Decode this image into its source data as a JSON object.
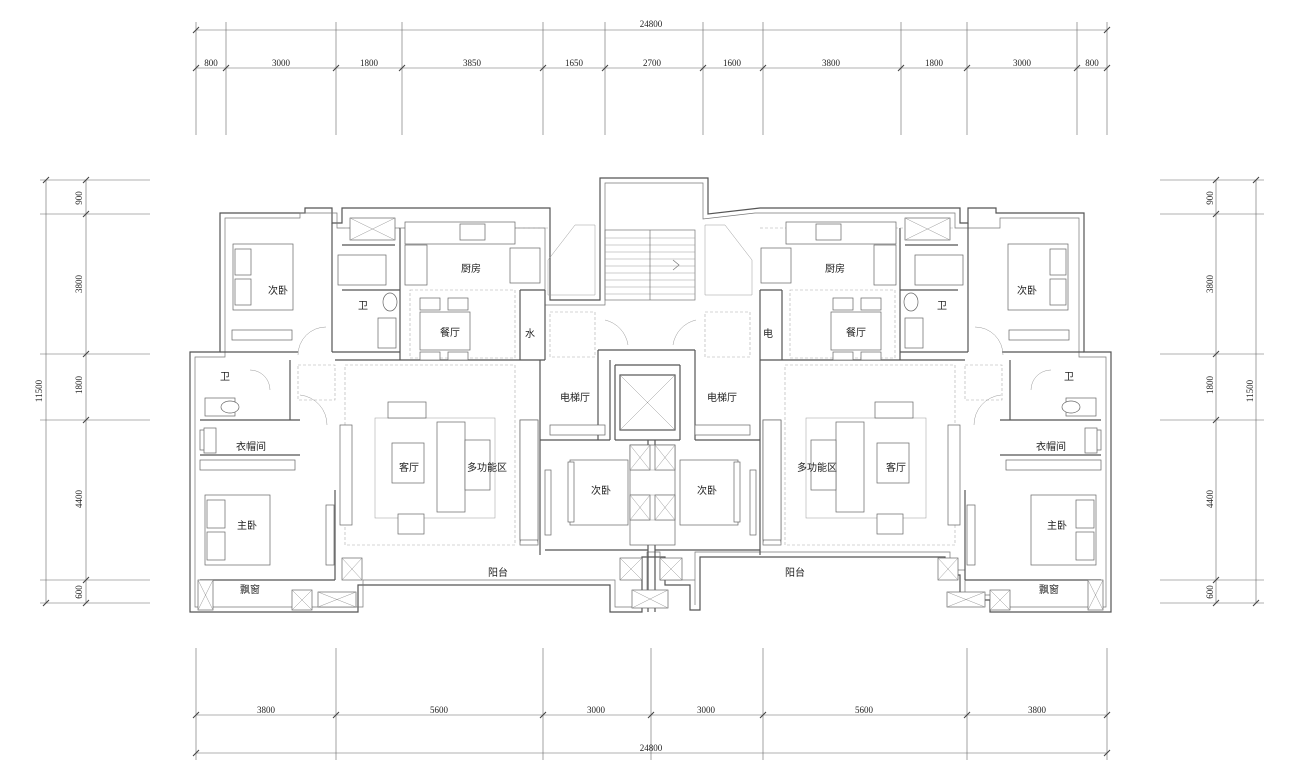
{
  "dimensions": {
    "top_total": "24800",
    "top_segments": [
      "800",
      "3000",
      "1800",
      "3850",
      "1650",
      "2700",
      "1600",
      "3800",
      "1800",
      "3000",
      "800"
    ],
    "bottom_total": "24800",
    "bottom_segments": [
      "3800",
      "5600",
      "3000",
      "3000",
      "5600",
      "3800"
    ],
    "left_total": "11500",
    "left_segments": [
      "900",
      "3800",
      "1800",
      "4400",
      "600"
    ],
    "right_total": "11500",
    "right_segments": [
      "900",
      "3800",
      "1800",
      "4400",
      "600"
    ]
  },
  "rooms": {
    "left_bedroom2": "次卧",
    "left_kitchen": "厨房",
    "left_bath_upper": "卫",
    "left_dining": "餐厅",
    "left_water": "水",
    "left_bath_lower": "卫",
    "left_closet": "衣帽间",
    "left_living": "客厅",
    "left_multi": "多功能区",
    "left_master": "主卧",
    "left_bay": "飘窗",
    "left_balcony": "阳台",
    "left_elevator_hall": "电梯厅",
    "center_left_bedroom": "次卧",
    "center_right_bedroom": "次卧",
    "right_elevator_hall": "电梯厅",
    "right_power": "电",
    "right_dining": "餐厅",
    "right_kitchen": "厨房",
    "right_bath_upper": "卫",
    "right_bedroom2": "次卧",
    "right_bath_lower": "卫",
    "right_closet": "衣帽间",
    "right_living": "客厅",
    "right_multi": "多功能区",
    "right_master": "主卧",
    "right_bay": "飘窗",
    "right_balcony": "阳台"
  }
}
